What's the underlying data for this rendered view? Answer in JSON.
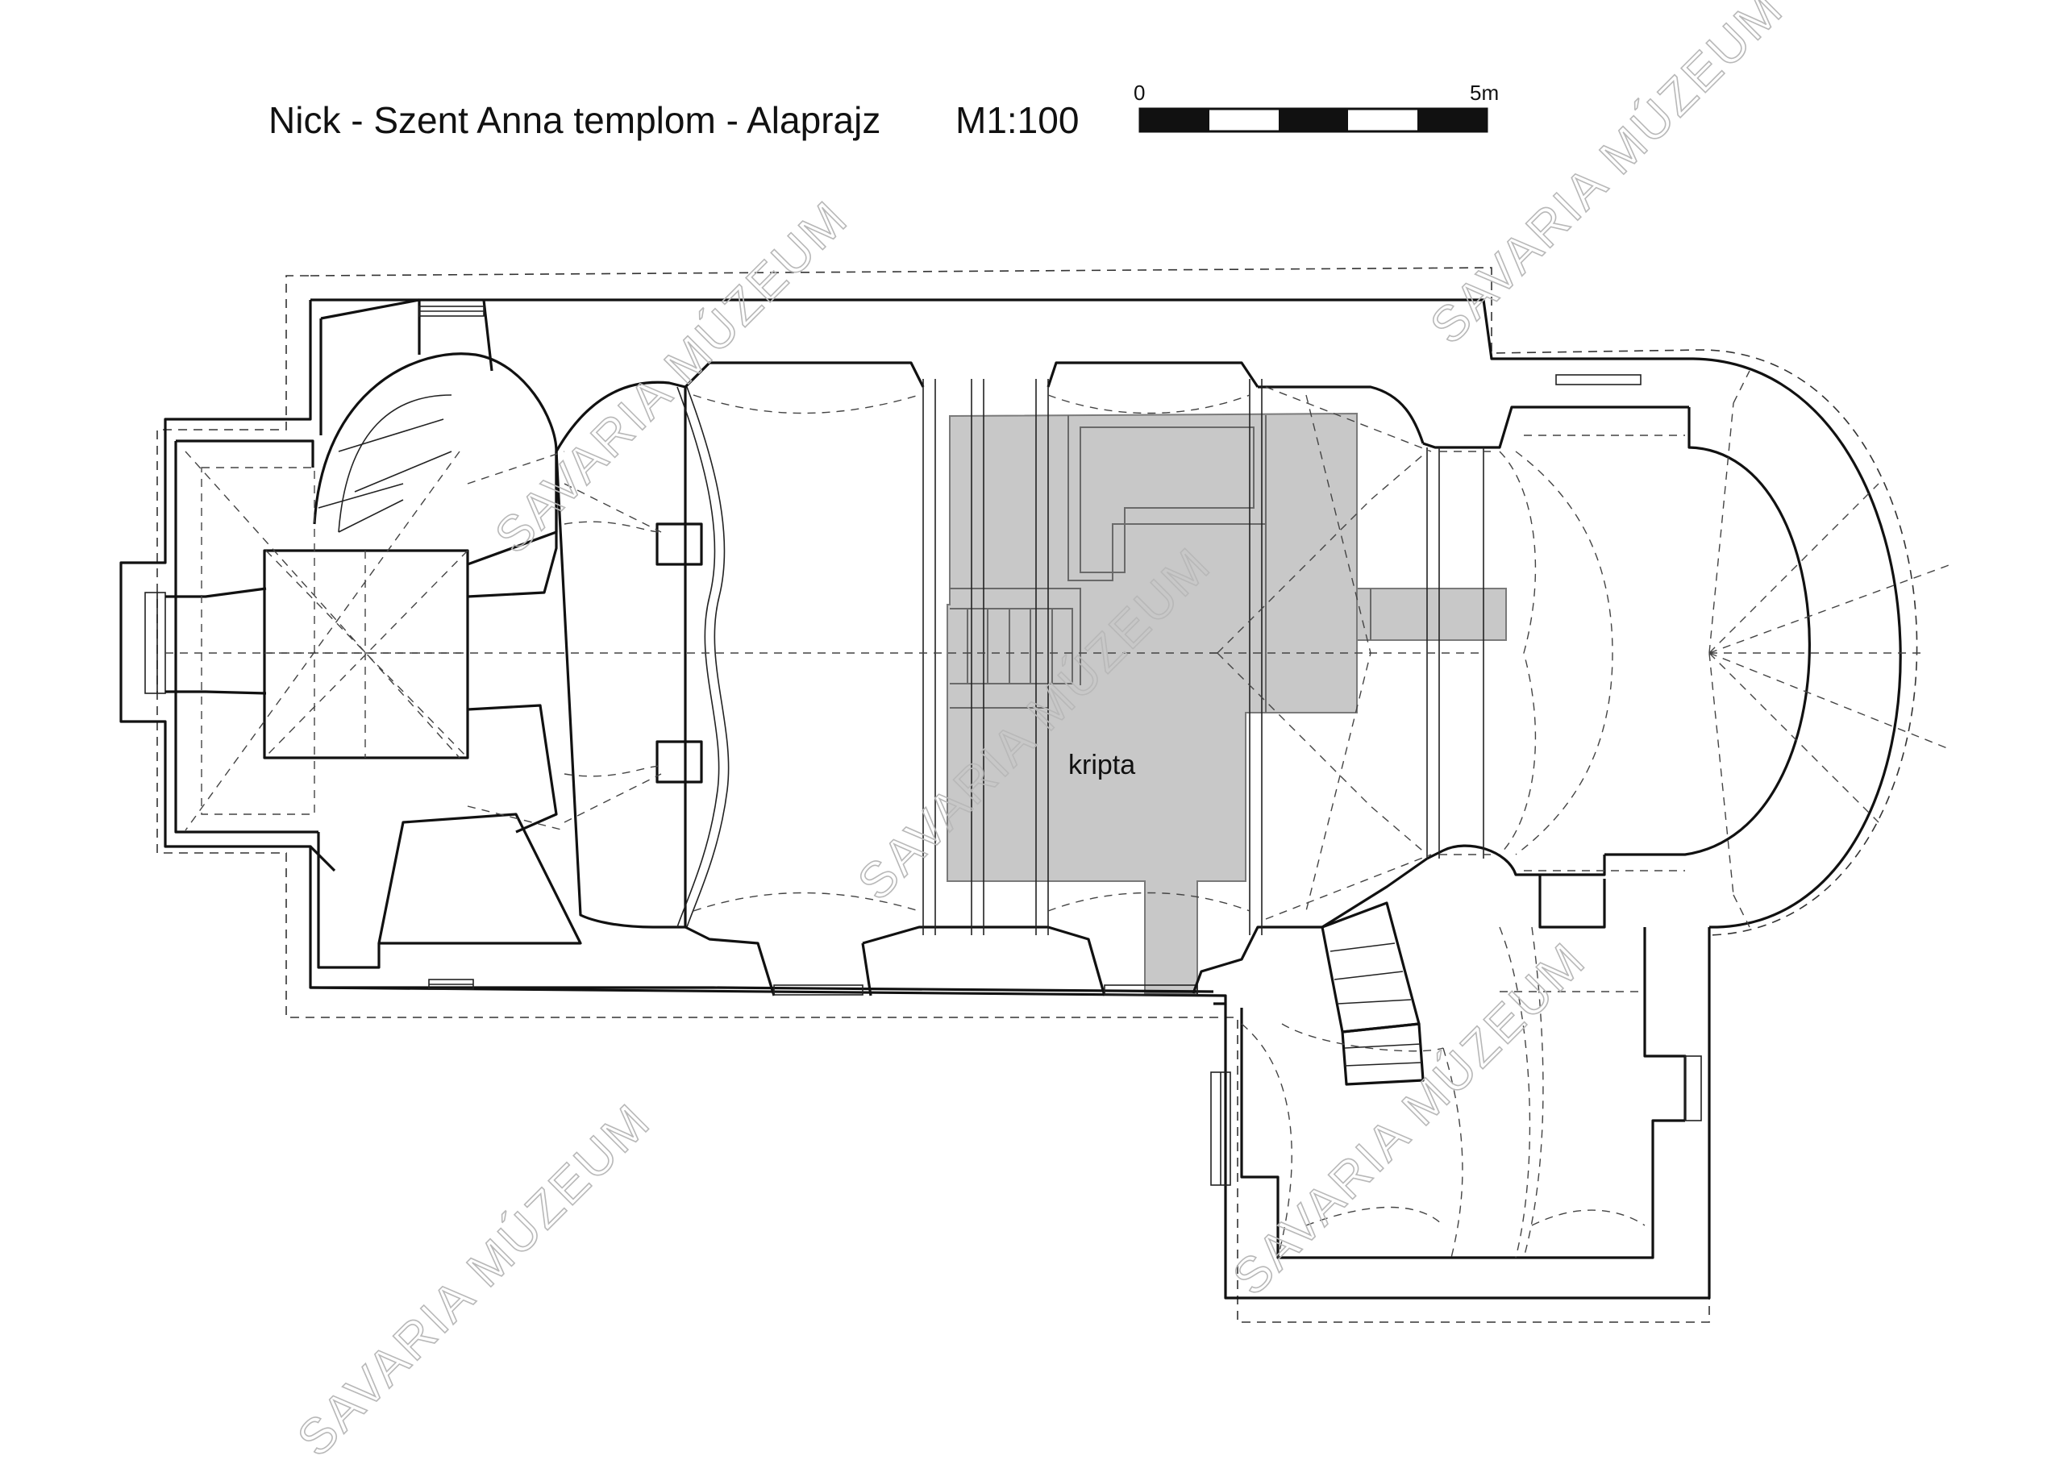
{
  "title": "Nick - Szent Anna templom - Alaprajz",
  "scale_ratio": "M1:100",
  "scale_bar": {
    "start_label": "0",
    "end_label": "5m",
    "segments": 5
  },
  "room_label": "kripta",
  "watermark": "SAVARIA MÚZEUM",
  "colors": {
    "walls": "#111111",
    "crypt_fill": "#c8c8c8",
    "watermark": "#b8b8b8"
  }
}
